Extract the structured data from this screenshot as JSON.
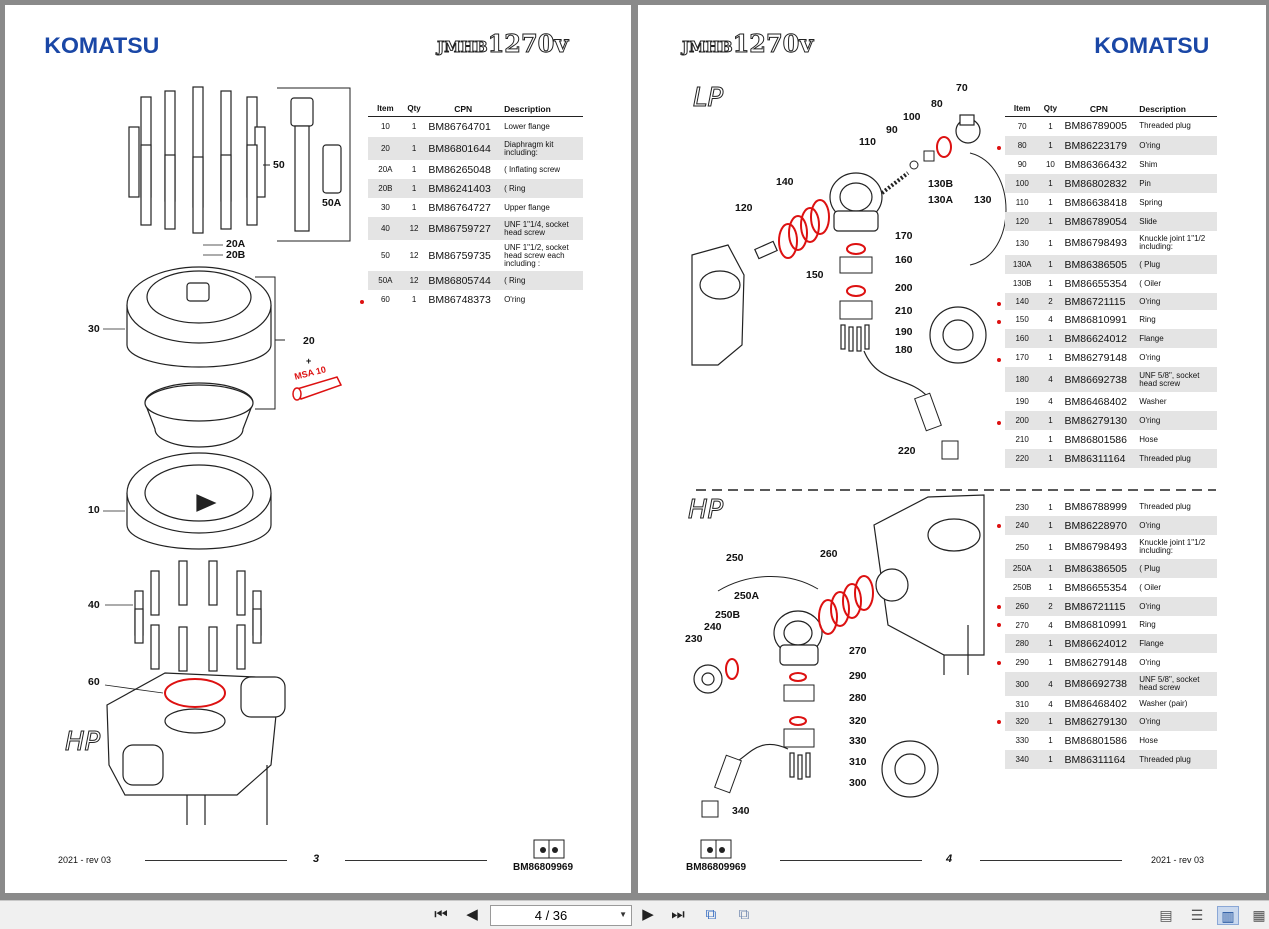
{
  "brand": "KOMATSU",
  "model_prefix": "JMHB",
  "model_number": "1270v",
  "page3": {
    "columns": [
      "Item",
      "Qty",
      "CPN",
      "Description"
    ],
    "rows": [
      {
        "item": "10",
        "qty": "1",
        "cpn": "BM86764701",
        "desc": "Lower flange",
        "marked": false
      },
      {
        "item": "20",
        "qty": "1",
        "cpn": "BM86801644",
        "desc": "Diaphragm kit including:",
        "marked": false
      },
      {
        "item": "20A",
        "qty": "1",
        "cpn": "BM86265048",
        "desc": "( Inflating screw",
        "marked": false
      },
      {
        "item": "20B",
        "qty": "1",
        "cpn": "BM86241403",
        "desc": "( Ring",
        "marked": false
      },
      {
        "item": "30",
        "qty": "1",
        "cpn": "BM86764727",
        "desc": "Upper flange",
        "marked": false
      },
      {
        "item": "40",
        "qty": "12",
        "cpn": "BM86759727",
        "desc": "UNF 1\"1/4, socket head screw",
        "marked": false
      },
      {
        "item": "50",
        "qty": "12",
        "cpn": "BM86759735",
        "desc": "UNF 1\"1/2, socket head screw each including :",
        "marked": false
      },
      {
        "item": "50A",
        "qty": "12",
        "cpn": "BM86805744",
        "desc": "( Ring",
        "marked": false
      },
      {
        "item": "60",
        "qty": "1",
        "cpn": "BM86748373",
        "desc": "O'ring",
        "marked": true
      }
    ],
    "callouts": [
      "50",
      "50A",
      "20A",
      "20B",
      "30",
      "20",
      "+",
      "MSA 10",
      "10",
      "40",
      "60"
    ],
    "section_label": "HP",
    "footer_left": "2021 -  rev 03",
    "page_number": "3",
    "doc_number": "BM86809969"
  },
  "page4": {
    "columns": [
      "Item",
      "Qty",
      "CPN",
      "Description"
    ],
    "lp_label": "LP",
    "hp_label": "HP",
    "lp_rows": [
      {
        "item": "70",
        "qty": "1",
        "cpn": "BM86789005",
        "desc": "Threaded plug",
        "marked": false
      },
      {
        "item": "80",
        "qty": "1",
        "cpn": "BM86223179",
        "desc": "O'ring",
        "marked": true
      },
      {
        "item": "90",
        "qty": "10",
        "cpn": "BM86366432",
        "desc": "Shim",
        "marked": false
      },
      {
        "item": "100",
        "qty": "1",
        "cpn": "BM86802832",
        "desc": "Pin",
        "marked": false
      },
      {
        "item": "110",
        "qty": "1",
        "cpn": "BM86638418",
        "desc": "Spring",
        "marked": false
      },
      {
        "item": "120",
        "qty": "1",
        "cpn": "BM86789054",
        "desc": "Slide",
        "marked": false
      },
      {
        "item": "130",
        "qty": "1",
        "cpn": "BM86798493",
        "desc": "Knuckle joint 1\"1/2 including:",
        "marked": false
      },
      {
        "item": "130A",
        "qty": "1",
        "cpn": "BM86386505",
        "desc": "( Plug",
        "marked": false
      },
      {
        "item": "130B",
        "qty": "1",
        "cpn": "BM86655354",
        "desc": "( Oiler",
        "marked": false
      },
      {
        "item": "140",
        "qty": "2",
        "cpn": "BM86721115",
        "desc": "O'ring",
        "marked": true
      },
      {
        "item": "150",
        "qty": "4",
        "cpn": "BM86810991",
        "desc": "Ring",
        "marked": true
      },
      {
        "item": "160",
        "qty": "1",
        "cpn": "BM86624012",
        "desc": "Flange",
        "marked": false
      },
      {
        "item": "170",
        "qty": "1",
        "cpn": "BM86279148",
        "desc": "O'ring",
        "marked": true
      },
      {
        "item": "180",
        "qty": "4",
        "cpn": "BM86692738",
        "desc": "UNF 5/8\", socket head screw",
        "marked": false
      },
      {
        "item": "190",
        "qty": "4",
        "cpn": "BM86468402",
        "desc": "Washer",
        "marked": false
      },
      {
        "item": "200",
        "qty": "1",
        "cpn": "BM86279130",
        "desc": "O'ring",
        "marked": true
      },
      {
        "item": "210",
        "qty": "1",
        "cpn": "BM86801586",
        "desc": "Hose",
        "marked": false
      },
      {
        "item": "220",
        "qty": "1",
        "cpn": "BM86311164",
        "desc": "Threaded plug",
        "marked": false
      }
    ],
    "hp_rows": [
      {
        "item": "230",
        "qty": "1",
        "cpn": "BM86788999",
        "desc": "Threaded plug",
        "marked": false
      },
      {
        "item": "240",
        "qty": "1",
        "cpn": "BM86228970",
        "desc": "O'ring",
        "marked": true
      },
      {
        "item": "250",
        "qty": "1",
        "cpn": "BM86798493",
        "desc": "Knuckle joint 1\"1/2 including:",
        "marked": false
      },
      {
        "item": "250A",
        "qty": "1",
        "cpn": "BM86386505",
        "desc": "( Plug",
        "marked": false
      },
      {
        "item": "250B",
        "qty": "1",
        "cpn": "BM86655354",
        "desc": "( Oiler",
        "marked": false
      },
      {
        "item": "260",
        "qty": "2",
        "cpn": "BM86721115",
        "desc": "O'ring",
        "marked": true
      },
      {
        "item": "270",
        "qty": "4",
        "cpn": "BM86810991",
        "desc": "Ring",
        "marked": true
      },
      {
        "item": "280",
        "qty": "1",
        "cpn": "BM86624012",
        "desc": "Flange",
        "marked": false
      },
      {
        "item": "290",
        "qty": "1",
        "cpn": "BM86279148",
        "desc": "O'ring",
        "marked": true
      },
      {
        "item": "300",
        "qty": "4",
        "cpn": "BM86692738",
        "desc": "UNF 5/8\", socket head screw",
        "marked": false
      },
      {
        "item": "310",
        "qty": "4",
        "cpn": "BM86468402",
        "desc": "Washer (pair)",
        "marked": false
      },
      {
        "item": "320",
        "qty": "1",
        "cpn": "BM86279130",
        "desc": "O'ring",
        "marked": true
      },
      {
        "item": "330",
        "qty": "1",
        "cpn": "BM86801586",
        "desc": "Hose",
        "marked": false
      },
      {
        "item": "340",
        "qty": "1",
        "cpn": "BM86311164",
        "desc": "Threaded plug",
        "marked": false
      }
    ],
    "callouts": [
      "70",
      "80",
      "100",
      "90",
      "110",
      "130B",
      "130A",
      "130",
      "140",
      "120",
      "170",
      "150",
      "160",
      "200",
      "210",
      "190",
      "180",
      "220",
      "250",
      "260",
      "250A",
      "250B",
      "240",
      "230",
      "270",
      "290",
      "280",
      "320",
      "330",
      "310",
      "300",
      "340"
    ],
    "footer_right": "2021 -  rev 03",
    "page_number": "4",
    "doc_number": "BM86809969"
  },
  "toolbar": {
    "page_indicator": "4 / 36",
    "icons": [
      "first-page-icon",
      "prev-page-icon",
      "next-page-icon",
      "last-page-icon",
      "rotate-icon",
      "copy-icon",
      "single-page-icon",
      "continuous-icon",
      "two-page-icon",
      "two-page-continuous-icon"
    ]
  },
  "colors": {
    "brand_blue": "#1a47a6",
    "mark_red": "#d11111",
    "row_alt": "#e4e4e4"
  }
}
